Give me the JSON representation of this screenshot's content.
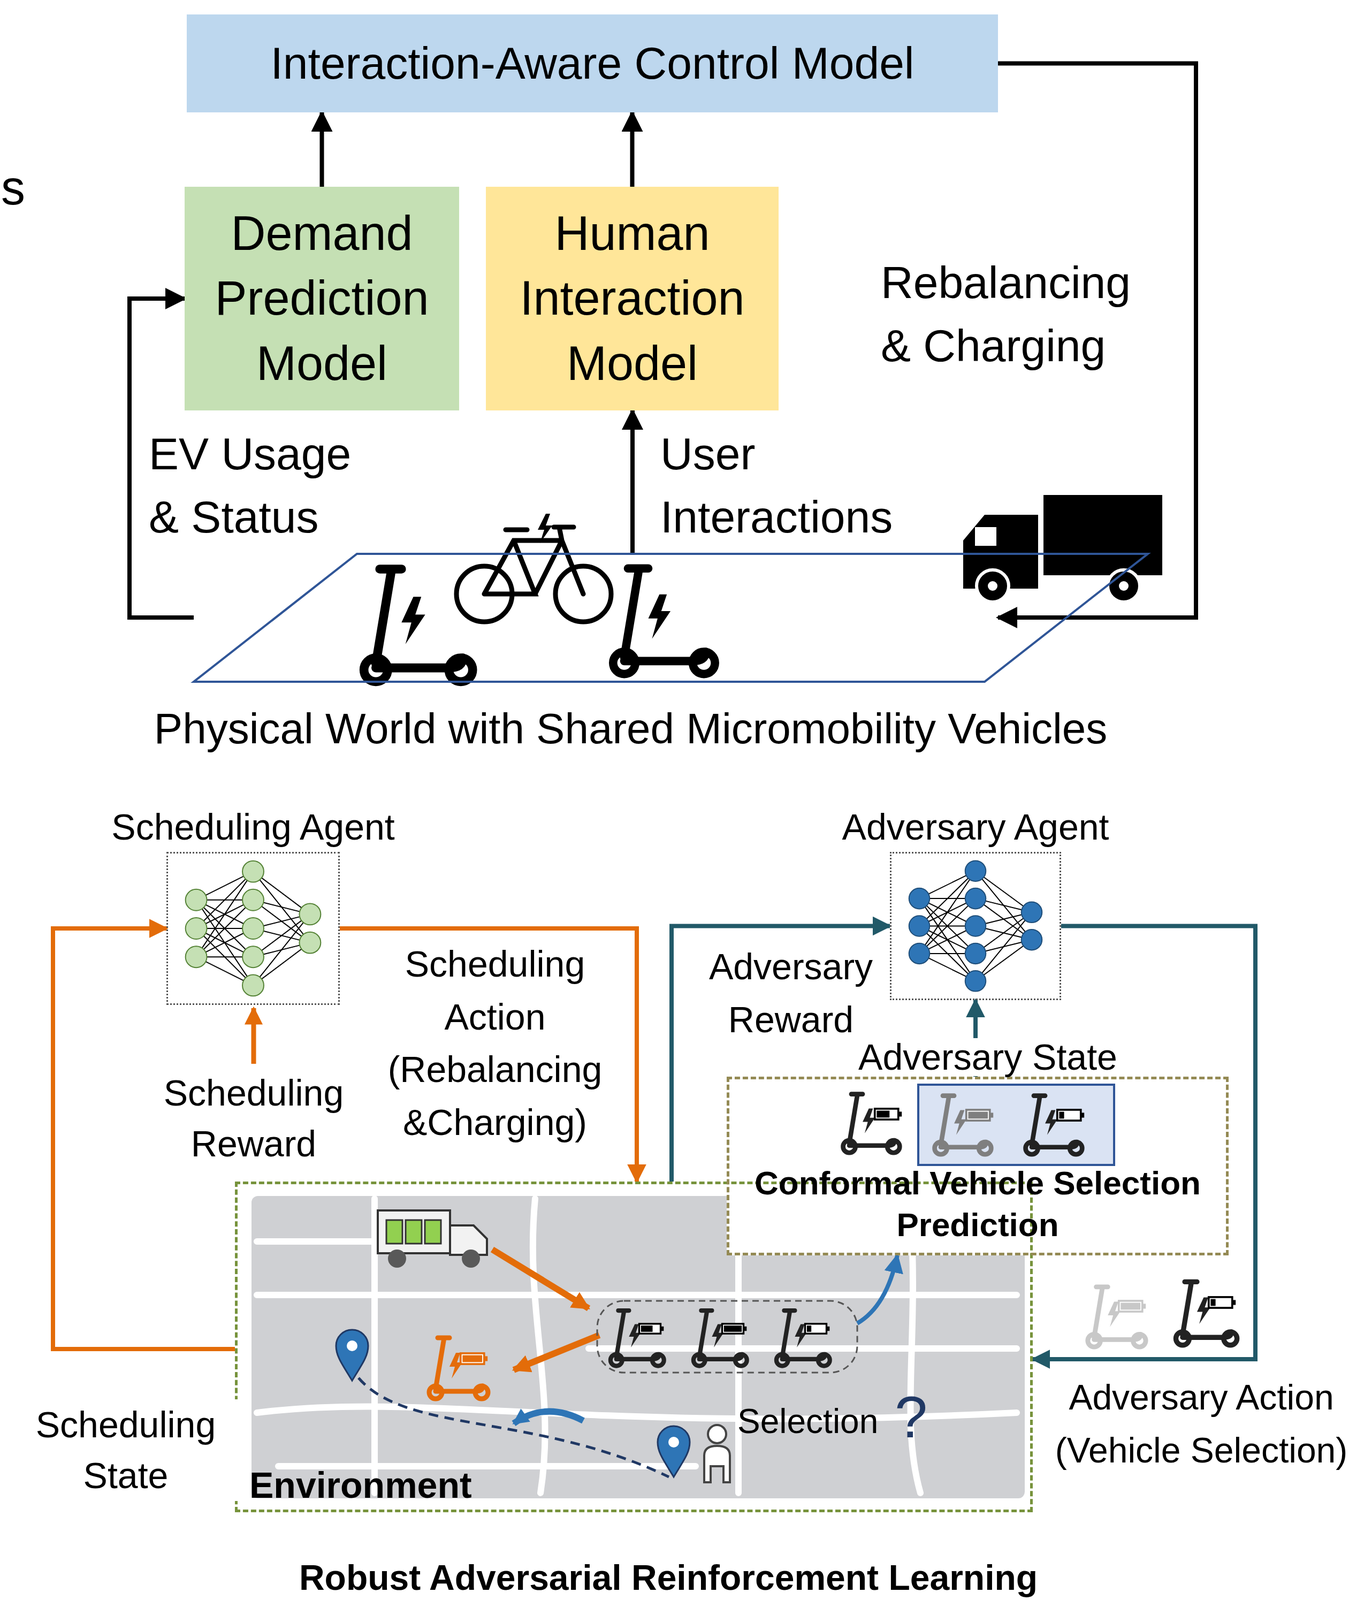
{
  "diagram": {
    "caption": "Robust Adversarial Reinforcement Learning",
    "nodes": [
      {
        "text": [
          "Interaction-Aware Control Model"
        ]
      },
      {
        "text": [
          "Demand Prediction Model"
        ]
      },
      {
        "text": [
          "Human Interaction Model"
        ]
      },
      {
        "text": [
          "Physical World with Shared Micromobility Vehicles"
        ]
      },
      {
        "text": [
          "Scheduling Agent"
        ]
      },
      {
        "text": [
          "Adversary Agent"
        ]
      },
      {
        "text": [
          "Environment"
        ]
      },
      {
        "text": [
          "Conformal Vehicle Selection Prediction"
        ]
      }
    ],
    "edges": [
      {
        "from": 3,
        "to": 1,
        "arrow": "to",
        "label": "EV Usage & Status"
      },
      {
        "from": 3,
        "to": 2,
        "arrow": "to",
        "label": "User Interactions"
      },
      {
        "from": 1,
        "to": 0,
        "arrow": "to"
      },
      {
        "from": 2,
        "to": 0,
        "arrow": "to"
      },
      {
        "from": 0,
        "to": 3,
        "arrow": "to",
        "label": "Rebalancing & Charging"
      },
      {
        "from": 6,
        "to": 4,
        "arrow": "to",
        "label": "Scheduling State"
      },
      {
        "from": 4,
        "to": 6,
        "arrow": "to",
        "label": "Scheduling Action (Rebalancing &Charging)"
      },
      {
        "from": 6,
        "to": 5,
        "arrow": "to",
        "label": "Adversary Reward"
      },
      {
        "from": 7,
        "to": 5,
        "arrow": "to",
        "label": "Adversary State"
      },
      {
        "from": 5,
        "to": 6,
        "arrow": "to",
        "label": "Adversary Action (Vehicle Selection)"
      },
      {
        "from": 6,
        "to": 7,
        "arrow": "to"
      }
    ],
    "labels": [
      "s",
      "Scheduling Reward",
      "Selection",
      "?"
    ]
  }
}
